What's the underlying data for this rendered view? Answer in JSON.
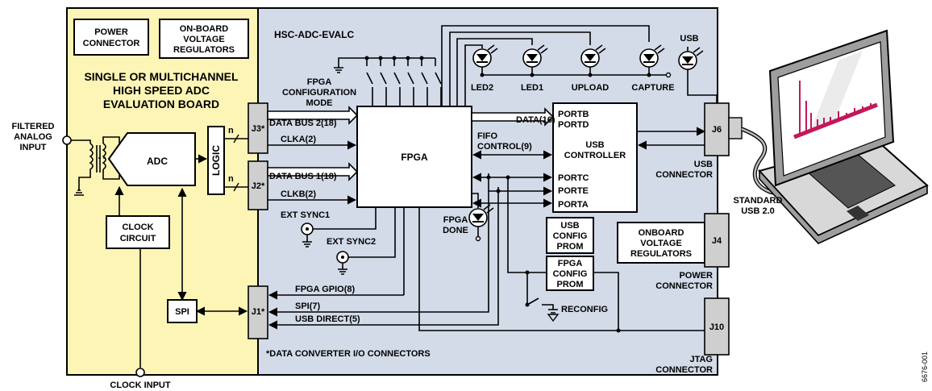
{
  "diagram": {
    "colors": {
      "eval_board_fill": "#fdf5b6",
      "evalc_board_fill": "#d3dbe8",
      "connector_fill": "#cfcfcf",
      "laptop_body": "#d8d8d8",
      "laptop_screen": "#ffffff",
      "spectrum_color": "#c2185b"
    },
    "left_board": {
      "power_connector": [
        "POWER",
        "CONNECTOR"
      ],
      "onboard_regulators": [
        "ON-BOARD",
        "VOLTAGE",
        "REGULATORS"
      ],
      "title": [
        "SINGLE OR MULTICHANNEL",
        "HIGH SPEED ADC",
        "EVALUATION BOARD"
      ],
      "adc": "ADC",
      "logic": "LOGIC",
      "clock_circuit": [
        "CLOCK",
        "CIRCUIT"
      ],
      "spi": "SPI",
      "analog_input": [
        "FILTERED",
        "ANALOG",
        "INPUT"
      ],
      "clock_input": "CLOCK INPUT",
      "bus_n": "n"
    },
    "right_board": {
      "title": "HSC-ADC-EVALC",
      "fpga_config_mode": [
        "FPGA",
        "CONFIGURATION",
        "MODE"
      ],
      "fpga": "FPGA",
      "j3": "J3*",
      "j2": "J2*",
      "j1": "J1*",
      "j6": "J6",
      "j4": "J4",
      "j10": "J10",
      "data_bus_2": "DATA BUS 2(18)",
      "clka": "CLKA(2)",
      "data_bus_1": "DATA BUS 1(18)",
      "clkb": "CLKB(2)",
      "ext_sync1": "EXT SYNC1",
      "ext_sync2": "EXT SYNC2",
      "data16": "DATA(16)",
      "fifo_control": [
        "FIFO",
        "CONTROL(9)"
      ],
      "usb_controller": [
        "PORTB",
        "PORTD",
        "USB",
        "CONTROLLER",
        "PORTC",
        "PORTE",
        "PORTA"
      ],
      "leds": [
        "LED2",
        "LED1",
        "UPLOAD",
        "CAPTURE",
        "USB"
      ],
      "fpga_done": [
        "FPGA",
        "DONE"
      ],
      "usb_config_prom": [
        "USB",
        "CONFIG",
        "PROM"
      ],
      "fpga_config_prom": [
        "FPGA",
        "CONFIG",
        "PROM"
      ],
      "onboard_regulators": [
        "ONBOARD",
        "VOLTAGE",
        "REGULATORS"
      ],
      "fpga_gpio": "FPGA GPIO(8)",
      "spi7": "SPI(7)",
      "usb_direct": "USB DIRECT(5)",
      "reconfig": "RECONFIG",
      "usb_connector": [
        "USB",
        "CONNECTOR"
      ],
      "power_connector": [
        "POWER",
        "CONNECTOR"
      ],
      "jtag_connector": [
        "JTAG",
        "CONNECTOR"
      ],
      "footnote": "*DATA CONVERTER I/O CONNECTORS"
    },
    "laptop": {
      "label": [
        "STANDARD",
        "USB 2.0"
      ]
    },
    "figure_id": "6676-001"
  }
}
